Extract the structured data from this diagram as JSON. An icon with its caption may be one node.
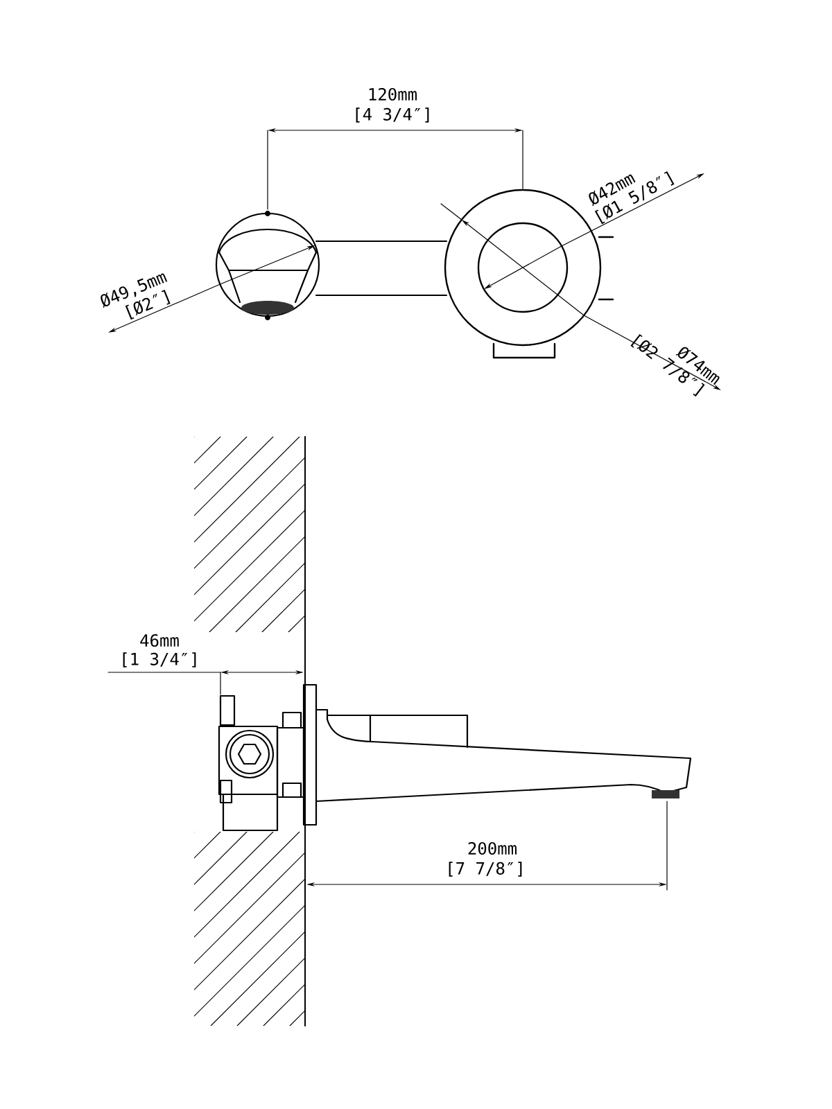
{
  "diagram": {
    "labels": [
      "120mm",
      "[4 3/4″]",
      "Ø42mm",
      "[Ø1 5/8″]",
      "Ø49,5mm",
      "[Ø2″]",
      "Ø74mm",
      "[Ø2 7/8″]",
      "46mm",
      "[1 3/4″]",
      "200mm",
      "[7 7/8″]"
    ]
  }
}
